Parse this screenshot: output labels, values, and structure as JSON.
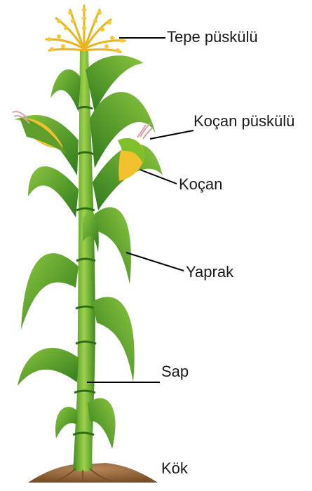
{
  "labels": {
    "tassel": "Tepe püskülü",
    "silk": "Koçan püskülü",
    "ear": "Koçan",
    "leaf": "Yaprak",
    "stem": "Sap",
    "root": "Kök"
  },
  "colors": {
    "leaf_dark": "#2f7d1c",
    "leaf_light": "#7fbf2a",
    "stem": "#6fae2c",
    "tassel": "#f2c12e",
    "silk": "#d9a0a8",
    "ear": "#f2c12e",
    "soil": "#9a6b3a"
  }
}
